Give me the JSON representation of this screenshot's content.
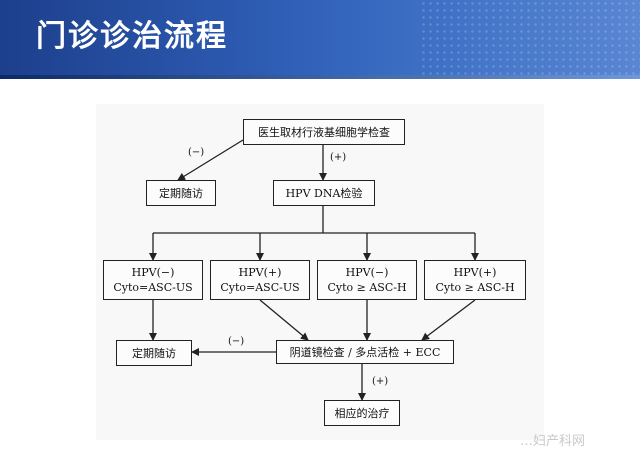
{
  "slide": {
    "title": "门诊诊治流程"
  },
  "flowchart": {
    "nodes": {
      "sampling": "医生取材行液基细胞学检查",
      "routine_followup_top": "定期随访",
      "hpv_test": "HPV DNA检验",
      "b1_line1": "HPV(−)",
      "b1_line2": "Cyto=ASC-US",
      "b2_line1": "HPV(+)",
      "b2_line2": "Cyto=ASC-US",
      "b3_line1": "HPV(−)",
      "b3_line2": "Cyto ≥ ASC-H",
      "b4_line1": "HPV(+)",
      "b4_line2": "Cyto ≥ ASC-H",
      "routine_followup_bottom": "定期随访",
      "colposcopy": "阴道镜检查 / 多点活检 + ECC",
      "treatment": "相应的治疗"
    },
    "edge_labels": {
      "sampling_to_followup": "(−)",
      "sampling_to_hpv": "(+)",
      "colposcopy_to_followup": "(−)",
      "colposcopy_to_treatment": "(+)"
    }
  },
  "watermark": "…妇产科网"
}
